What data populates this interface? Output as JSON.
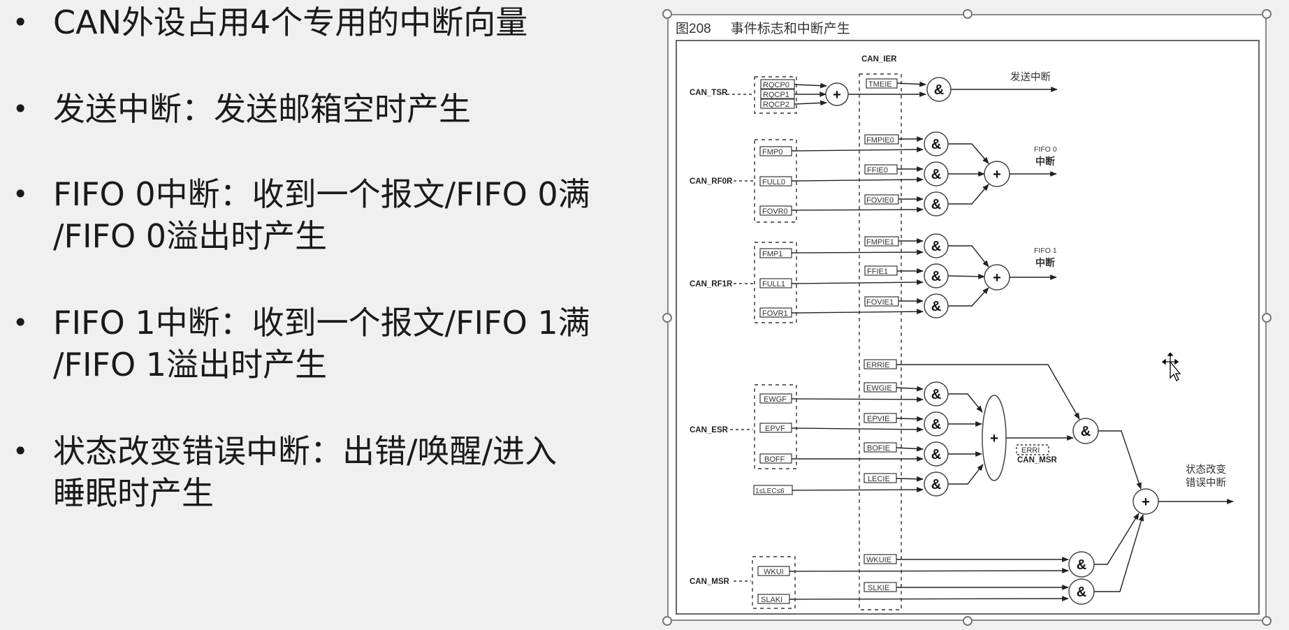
{
  "slide": {
    "bullets": [
      {
        "marker": "•",
        "text": "CAN外设占用4个专用的中断向量"
      },
      {
        "marker": "•",
        "text": "发送中断：发送邮箱空时产生"
      },
      {
        "marker": "•",
        "text": "FIFO 0中断：收到一个报文/FIFO 0满\n/FIFO 0溢出时产生"
      },
      {
        "marker": "•",
        "text": "FIFO 1中断：收到一个报文/FIFO 1满\n/FIFO 1溢出时产生"
      },
      {
        "marker": "•",
        "text": "状态改变错误中断：出错/唤醒/进入\n睡眠时产生"
      }
    ]
  },
  "figure": {
    "number": "图208",
    "title": "事件标志和中断产生",
    "ier_register": "CAN_IER",
    "transmit": {
      "register": "CAN_TSR",
      "flags": [
        "RQCP0",
        "RQCP1",
        "RQCP2"
      ],
      "enable": "TMEIE",
      "output": "发送中断"
    },
    "fifo0": {
      "register": "CAN_RF0R",
      "flags": [
        "FMP0",
        "FULL0",
        "FOVR0"
      ],
      "enables": [
        "FMPIE0",
        "FFIE0",
        "FOVIE0"
      ],
      "output_line1": "FIFO 0",
      "output_line2": "中断"
    },
    "fifo1": {
      "register": "CAN_RF1R",
      "flags": [
        "FMP1",
        "FULL1",
        "FOVR1"
      ],
      "enables": [
        "FMPIE1",
        "FFIE1",
        "FOVIE1"
      ],
      "output_line1": "FIFO 1",
      "output_line2": "中断"
    },
    "status_error": {
      "register": "CAN_ESR",
      "flags": [
        "EWGF",
        "EPVF",
        "BOFF"
      ],
      "lec_flag": "1≤LEC≤6",
      "enables": [
        "ERRIE",
        "EWGIE",
        "EPVIE",
        "BOFIE",
        "LECIE"
      ],
      "erri_flag": "ERRI",
      "erri_register": "CAN_MSR",
      "output_line1": "状态改变",
      "output_line2": "错误中断"
    },
    "msr": {
      "register": "CAN_MSR",
      "flags": [
        "WKUI",
        "SLAKI"
      ],
      "enables": [
        "WKUIE",
        "SLKIE"
      ]
    },
    "gate_symbols": {
      "and": "&",
      "or": "+"
    }
  },
  "colors": {
    "background": "#f0f0f0",
    "figure_bg": "#ffffff",
    "frame_border": "#8a8a8a",
    "line": "#333333"
  }
}
